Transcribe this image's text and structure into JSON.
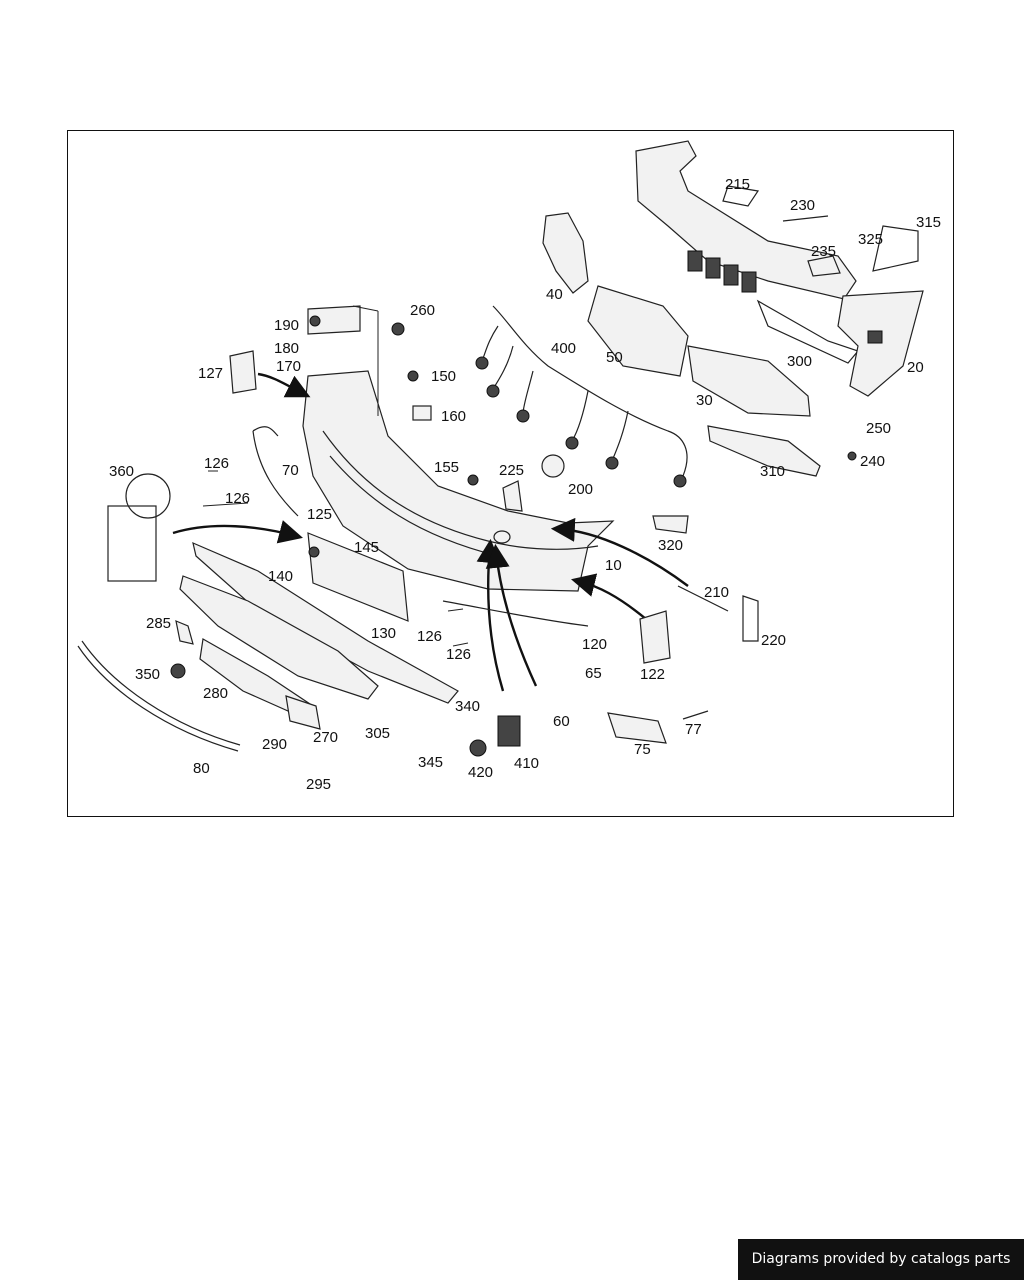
{
  "diagram": {
    "labels": [
      "215",
      "230",
      "315",
      "325",
      "235",
      "40",
      "260",
      "190",
      "180",
      "170",
      "400",
      "50",
      "300",
      "20",
      "127",
      "150",
      "160",
      "30",
      "250",
      "126",
      "70",
      "155",
      "225",
      "240",
      "310",
      "360",
      "126",
      "125",
      "200",
      "145",
      "140",
      "320",
      "10",
      "210",
      "285",
      "130",
      "126",
      "126",
      "120",
      "220",
      "350",
      "65",
      "122",
      "280",
      "340",
      "60",
      "77",
      "270",
      "305",
      "290",
      "75",
      "345",
      "410",
      "80",
      "420",
      "295"
    ]
  },
  "footer": {
    "credit": "Diagrams provided by catalogs parts"
  }
}
